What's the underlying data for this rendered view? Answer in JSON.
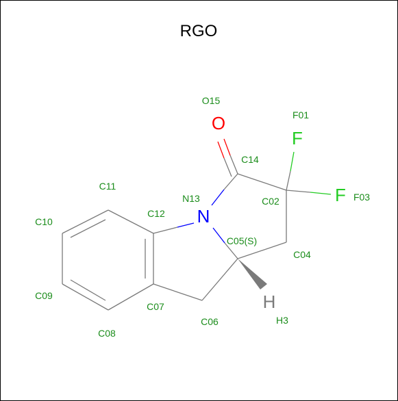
{
  "title": "RGO",
  "colors": {
    "carbon_bond": "#7a7a7a",
    "nitrogen": "#0000ff",
    "oxygen": "#ff0000",
    "fluorine": "#22cc22",
    "hydrogen": "#7a7a7a",
    "label": "#1a8c1a"
  },
  "atoms": {
    "O": "O",
    "N": "N",
    "F1": "F",
    "F2": "F",
    "H": "H"
  },
  "labels": {
    "O15": "O15",
    "F01": "F01",
    "C14": "C14",
    "C11": "C11",
    "N13": "N13",
    "C02": "C02",
    "F03": "F03",
    "C10": "C10",
    "C12": "C12",
    "C05": "C05(S)",
    "C04": "C04",
    "C09": "C09",
    "C07": "C07",
    "C06": "C06",
    "H3": "H3",
    "C08": "C08"
  }
}
